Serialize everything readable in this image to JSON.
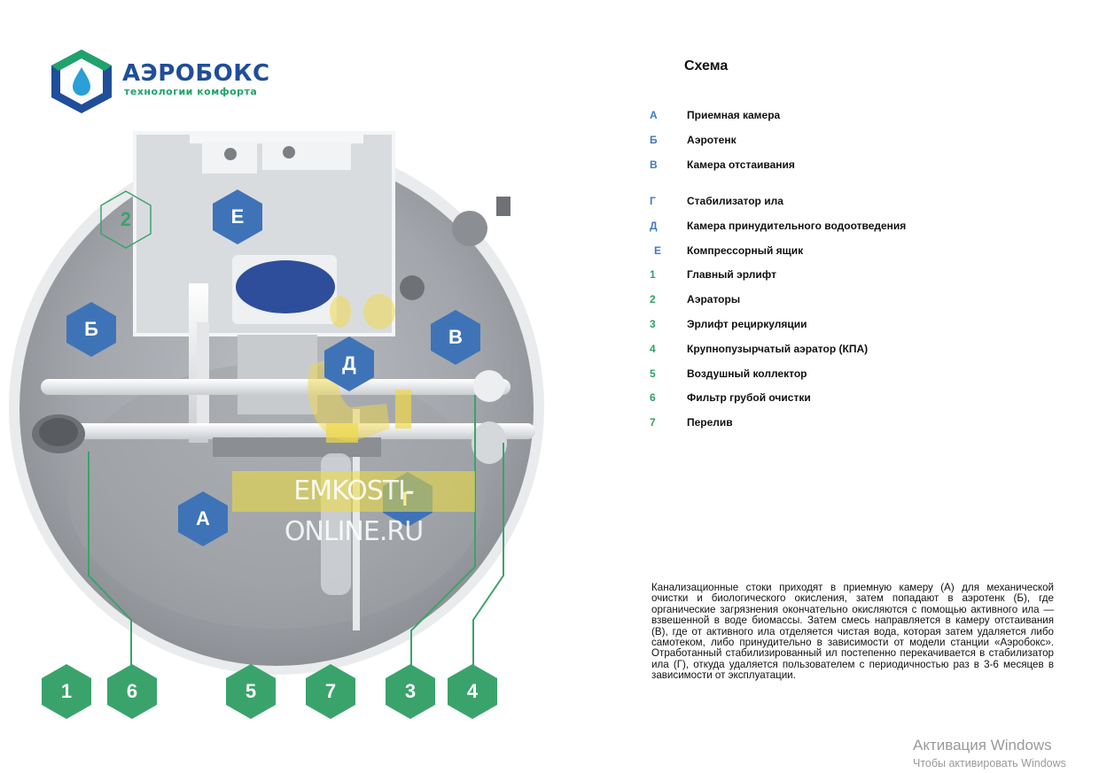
{
  "logo": {
    "title": "АЭРОБОКС",
    "subtitle": "технологии комфорта"
  },
  "scheme_title": "Схема",
  "diagram_hexes": {
    "A": "А",
    "B": "Б",
    "V": "В",
    "G": "Г",
    "D": "Д",
    "E": "Е",
    "two": "2"
  },
  "bottom_numbers": [
    "1",
    "6",
    "5",
    "7",
    "3",
    "4"
  ],
  "watermark": "EMKOSTI-ONLINE.RU",
  "legend": [
    {
      "key": "А",
      "text": "Приемная  камера"
    },
    {
      "key": "Б",
      "text": "Аэротенк"
    },
    {
      "key": "В",
      "text": "Камера  отстаивания"
    },
    {
      "key": "Г",
      "text": "Стабилизатор  ила"
    },
    {
      "key": "Д",
      "text": "Камера  принудительного  водоотведения"
    },
    {
      "key": "Е",
      "text": "Компрессорный  ящик"
    },
    {
      "key": "1",
      "text": "Главный  эрлифт"
    },
    {
      "key": "2",
      "text": "Аэраторы"
    },
    {
      "key": "3",
      "text": "Эрлифт  рециркуляции"
    },
    {
      "key": "4",
      "text": "Крупнопузырчатый  аэратор  (КПА)"
    },
    {
      "key": "5",
      "text": "Воздушный  коллектор"
    },
    {
      "key": "6",
      "text": "Фильтр  грубой  очистки"
    },
    {
      "key": "7",
      "text": "Перелив"
    }
  ],
  "description": "Канализационные стоки приходят в приемную камеру (А) для механической очистки и биологического окисления, затем попадают в аэротенк (Б), где органические загрязнения окончательно окисляются с помощью активного ила — взвешенной в воде биомассы. Затем смесь направляется в камеру отстаивания (В), где от активного ила отделяется чистая вода, которая затем удаляется либо самотеком, либо принудительно в зависимости от модели станции «Аэробокс». Отработанный стабилизированный ил постепенно перекачивается в стабилизатор ила (Г), откуда удаляется пользователем с периодичностью раз в 3-6 месяцев в зависимости от эксплуатации.",
  "windows": {
    "line1": "Активация Windows",
    "line2": "Чтобы активировать Windows"
  },
  "colors": {
    "hex_blue": "#3f73b8",
    "hex_green": "#3aa36b",
    "logo_blue": "#1f4e9a",
    "logo_green": "#1fa36a"
  }
}
